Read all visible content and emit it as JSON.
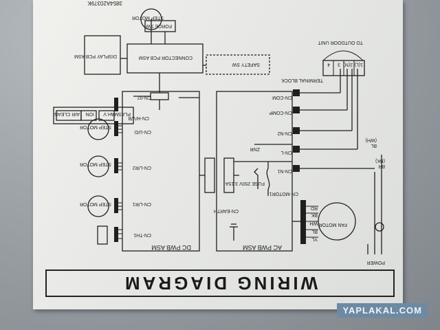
{
  "title": "WIRING DIAGRAM",
  "part_number": "3854A20379K",
  "watermark": "YAPLAKAL.COM",
  "top_labels": {
    "to_outdoor_unit": "TO OUTDOOR UNIT",
    "terminal_block": "TERMINAL BLOCK",
    "power": "POWER"
  },
  "boards": {
    "dc_pwb": "DC PWB ASM",
    "ac_pwb": "AC PWB ASM",
    "connector_pcb": "CONNECTOR PCB ASM",
    "display_pcb": "DISPLAY PCB ASM"
  },
  "components": {
    "force_sw": "FORCE SW",
    "safety_sw": "SAFETY SW",
    "step_motor": "STEP MOTOR",
    "fan_motor": "FAN MOTOR",
    "fuse": "FUSE 250V 3.15A",
    "znr": "ZNR",
    "plasma": "PLASMA",
    "hv": "H.V",
    "ion": "ION",
    "air_clean": "AIR CLEAN"
  },
  "connectors": {
    "cn_02": "CN-02",
    "cn_hvb": "CN-H/V/B",
    "cn_ud": "CN-U/D",
    "cn_lr2": "CN-L/R2",
    "cn_lr1": "CN-L/R1",
    "cn_th1": "CN-TH1",
    "cn_com": "CN-COM",
    "cn_comp": "CN-COMP",
    "cn_n2": "CN-N2",
    "cn_l": "CN-L",
    "cn_n1": "CN-N1",
    "cn_earth": "CN-EARTH",
    "cn_motor1": "CN-MOTOR1"
  },
  "wire_colors": {
    "fan": [
      "YL",
      "BL",
      "WH",
      "BK",
      "RD"
    ],
    "power": [
      "BR",
      "(BK)",
      "BL",
      "(WH)"
    ],
    "terminal": [
      "1(L)",
      "2(N)",
      "3",
      "4"
    ]
  },
  "colors": {
    "line": "#1f1f1f",
    "label_bg": "#ecece9",
    "watermark_bg": "#6d8aa3"
  }
}
